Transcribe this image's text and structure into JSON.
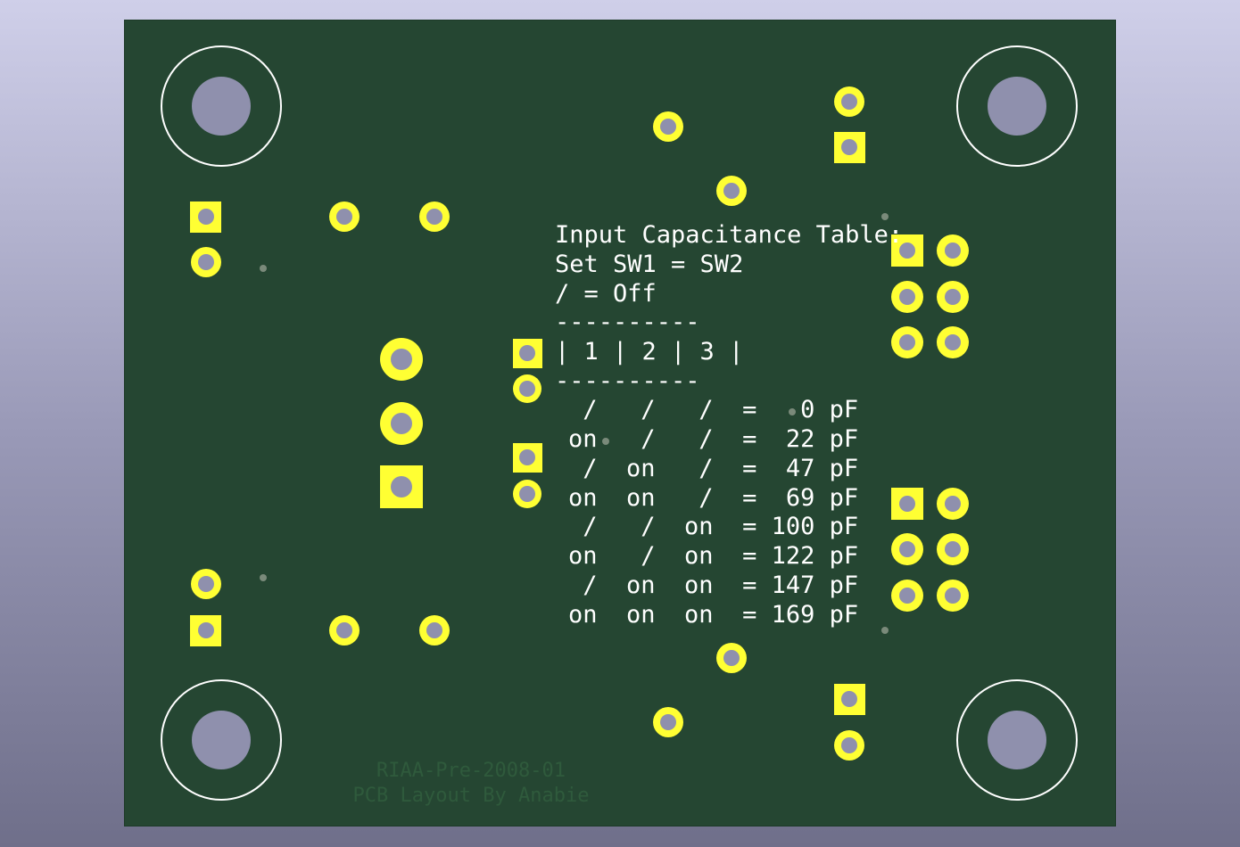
{
  "board": {
    "board_color": "#254632",
    "pad_color": "#ffff33",
    "drill_color": "#8f90ad",
    "silk_color": "#ffffff",
    "faint_text_color": "#2f5a3c",
    "faint_texts": [
      "RIAA-Pre-2008-01",
      "PCB Layout By Anabie"
    ]
  },
  "silkscreen": {
    "lines": [
      "Input Capacitance Table:",
      "Set SW1 = SW2",
      "/ = Off",
      "----------",
      "| 1 | 2 | 3 |",
      "----------",
      " /   /   /  =   0 pF",
      "on   /   /  =  22 pF",
      " /  on   /  =  47 pF",
      "on  on   /  =  69 pF",
      " /   /  on  = 100 pF",
      "on   /  on  = 122 pF",
      " /  on  on  = 147 pF",
      "on  on  on  = 169 pF"
    ]
  }
}
